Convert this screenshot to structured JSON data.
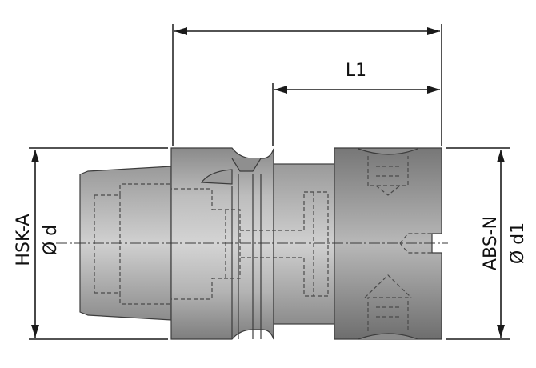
{
  "labels": {
    "l1": "L1",
    "left_standard": "HSK-A",
    "left_diameter": "Ø d",
    "right_standard": "ABS-N",
    "right_diameter": "Ø d1"
  },
  "colors": {
    "body_light": "#cfcfcf",
    "body_mid": "#a9a9a9",
    "body_dark": "#7a7a7a",
    "lines": "#1a1a1a"
  }
}
